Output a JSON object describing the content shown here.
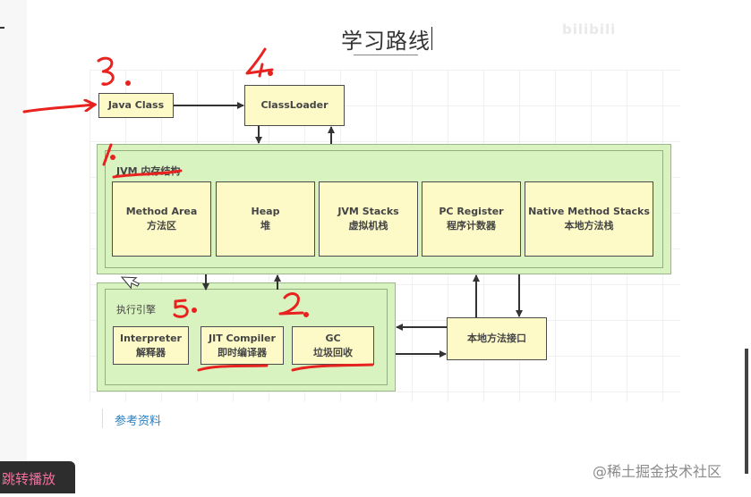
{
  "page": {
    "title": "学习路线",
    "watermark_top": "bilibili",
    "reference_link": "参考资料",
    "jump_button": "跳转播放",
    "watermark_bottom": "@稀土掘金技术社区"
  },
  "diagram": {
    "nodes": {
      "java_class": "Java Class",
      "class_loader": "ClassLoader",
      "native_interface": "本地方法接口"
    },
    "memory_group": {
      "label": "JVM 内存结构",
      "areas": [
        {
          "en": "Method Area",
          "zh": "方法区"
        },
        {
          "en": "Heap",
          "zh": "堆"
        },
        {
          "en": "JVM Stacks",
          "zh": "虚拟机栈"
        },
        {
          "en": "PC Register",
          "zh": "程序计数器"
        },
        {
          "en": "Native Method Stacks",
          "zh": "本地方法栈"
        }
      ]
    },
    "engine_group": {
      "label": "执行引擎",
      "components": [
        {
          "en": "Interpreter",
          "zh": "解释器"
        },
        {
          "en": "JIT Compiler",
          "zh": "即时编译器"
        },
        {
          "en": "GC",
          "zh": "垃圾回收"
        }
      ]
    },
    "edges": [
      {
        "from": "Java Class",
        "to": "ClassLoader"
      },
      {
        "from": "ClassLoader",
        "to": "JVM 内存结构"
      },
      {
        "from": "JVM 内存结构",
        "to": "ClassLoader"
      },
      {
        "from": "JVM 内存结构",
        "to": "执行引擎"
      },
      {
        "from": "执行引擎",
        "to": "JVM 内存结构"
      },
      {
        "from": "本地方法接口",
        "to": "JVM 内存结构"
      },
      {
        "from": "JVM 内存结构",
        "to": "本地方法接口"
      },
      {
        "from": "本地方法接口",
        "to": "执行引擎"
      },
      {
        "from": "执行引擎",
        "to": "本地方法接口"
      }
    ]
  },
  "annotations": {
    "color": "#e8231f",
    "marks": [
      "3.",
      "4.",
      "1.",
      "5.",
      "2."
    ]
  }
}
